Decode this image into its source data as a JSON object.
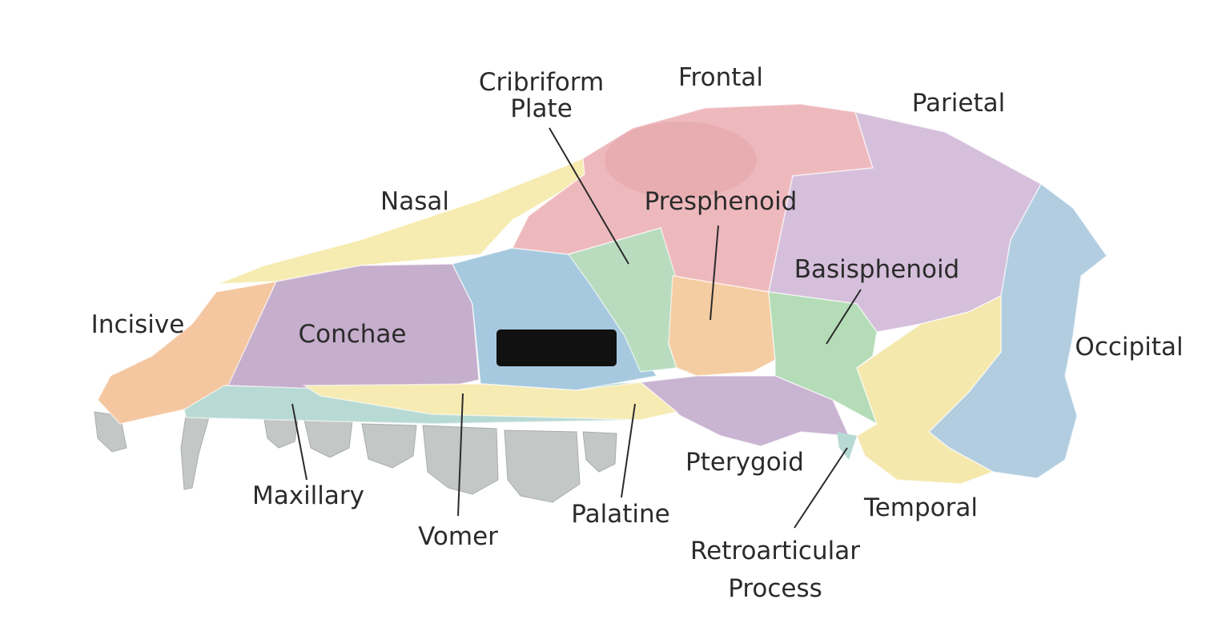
{
  "colors": {
    "incisive": "#f4c7a1",
    "nasal": "#f6ebb0",
    "conchae": "#c6aecd",
    "vomer_region": "#a6c9df",
    "frontal": "#eeb9bd",
    "cribriform": "#b9dcbf",
    "presphenoid": "#f4cda2",
    "parietal": "#d5bfdb",
    "basisphenoid": "#b4dcb7",
    "occipital": "#b2cde0",
    "temporal": "#f4e8ad",
    "pterygoid": "#c9b4d2",
    "palatine": "#f6ebb3",
    "maxillary": "#b8dad5",
    "teeth": "#c3c7c6",
    "redaction": "#111111"
  },
  "labels": {
    "cribriform_line1": "Cribriform",
    "cribriform_line2": "Plate",
    "frontal": "Frontal",
    "parietal": "Parietal",
    "nasal": "Nasal",
    "presphenoid": "Presphenoid",
    "basisphenoid": "Basisphenoid",
    "incisive": "Incisive",
    "conchae": "Conchae",
    "occipital": "Occipital",
    "pterygoid": "Pterygoid",
    "maxillary": "Maxillary",
    "palatine": "Palatine",
    "temporal": "Temporal",
    "vomer": "Vomer",
    "retroarticular_line1": "Retroarticular",
    "retroarticular_line2": "Process"
  }
}
